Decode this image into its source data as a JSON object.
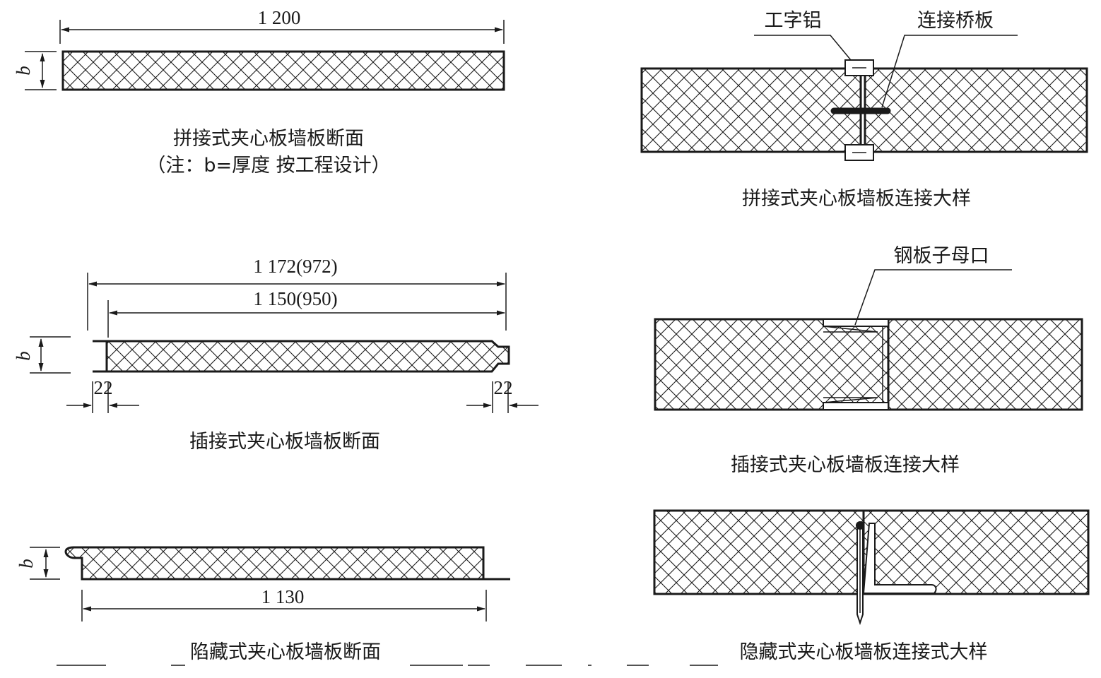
{
  "panels": {
    "splice": {
      "section_caption": "拼接式夹心板墙板断面",
      "section_note": "（注：b=厚度  按工程设计）",
      "width_dim": "1 200",
      "thickness_label": "b",
      "detail_caption": "拼接式夹心板墙板连接大样",
      "label_i_beam": "工字铝",
      "label_bridge": "连接桥板"
    },
    "insert": {
      "section_caption": "插接式夹心板墙板断面",
      "dim_outer": "1 172(972)",
      "dim_inner": "1 150(950)",
      "dim_left": "22",
      "dim_right": "22",
      "thickness_label": "b",
      "detail_caption": "插接式夹心板墙板连接大样",
      "label_socket": "钢板子母口"
    },
    "hidden": {
      "section_caption": "陷藏式夹心板墙板断面",
      "width_dim": "1 130",
      "thickness_label": "b",
      "detail_caption": "隐藏式夹心板墙板连接式大样"
    }
  }
}
